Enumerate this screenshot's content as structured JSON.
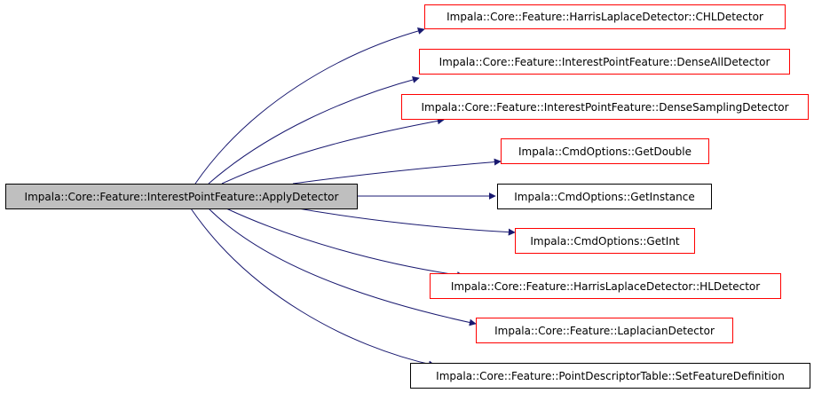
{
  "colors": {
    "edge": "#191970",
    "root_fill": "#bfbfbf",
    "red_border": "#ff0000",
    "black_border": "#000000"
  },
  "root": {
    "label": "Impala::Core::Feature::InterestPointFeature::ApplyDetector"
  },
  "callees": [
    {
      "label": "Impala::Core::Feature::HarrisLaplaceDetector::CHLDetector",
      "border": "red"
    },
    {
      "label": "Impala::Core::Feature::InterestPointFeature::DenseAllDetector",
      "border": "red"
    },
    {
      "label": "Impala::Core::Feature::InterestPointFeature::DenseSamplingDetector",
      "border": "red"
    },
    {
      "label": "Impala::CmdOptions::GetDouble",
      "border": "red"
    },
    {
      "label": "Impala::CmdOptions::GetInstance",
      "border": "black"
    },
    {
      "label": "Impala::CmdOptions::GetInt",
      "border": "red"
    },
    {
      "label": "Impala::Core::Feature::HarrisLaplaceDetector::HLDetector",
      "border": "red"
    },
    {
      "label": "Impala::Core::Feature::LaplacianDetector",
      "border": "red"
    },
    {
      "label": "Impala::Core::Feature::PointDescriptorTable::SetFeatureDefinition",
      "border": "black"
    }
  ]
}
